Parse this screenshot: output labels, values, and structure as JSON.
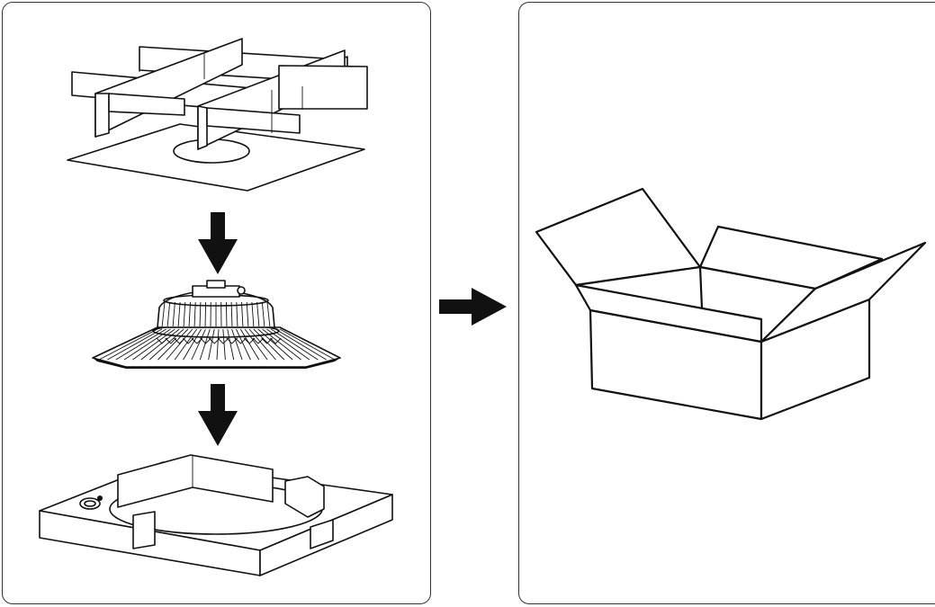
{
  "figure": {
    "steps_left": [
      "grid-divider-insert",
      "ufo-high-bay-light",
      "foam-base-tray"
    ],
    "result_right": "open-cardboard-box",
    "icons": {
      "divider": "grid-divider-icon",
      "lamp": "high-bay-lamp-icon",
      "tray": "foam-tray-icon",
      "box": "open-box-icon",
      "arrow_down": "arrow-down-icon",
      "arrow_right": "arrow-right-icon"
    },
    "colors": {
      "line": "#111111",
      "background": "#ffffff",
      "panel_border": "#333333"
    }
  }
}
